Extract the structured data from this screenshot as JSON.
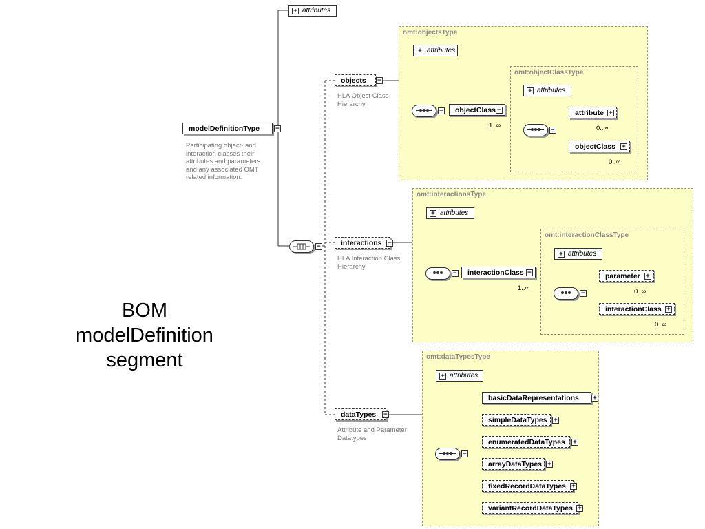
{
  "slide_title": [
    "BOM",
    "modelDefinition",
    "segment"
  ],
  "root": {
    "name": "modelDefinitionType",
    "doc": "Participating object- and\ninteraction classes their\nattributes and parameters\nand any associated OMT\nrelated information."
  },
  "attributes_label": "attributes",
  "objects": {
    "name": "objects",
    "doc": "HLA Object Class\nHierarchy",
    "frame_title": "omt:objectsType",
    "child": "objectClass",
    "child_card": "1..∞",
    "inner_title": "omt:objectClassType",
    "inner_children": [
      {
        "name": "attribute",
        "card": "0..∞"
      },
      {
        "name": "objectClass",
        "card": "0..∞"
      }
    ]
  },
  "interactions": {
    "name": "interactions",
    "doc": "HLA Interaction Class\nHierarchy",
    "frame_title": "omt:interactionsType",
    "child": "interactionClass",
    "child_card": "1..∞",
    "inner_title": "omt:interactionClassType",
    "inner_children": [
      {
        "name": "parameter",
        "card": "0..∞"
      },
      {
        "name": "interactionClass",
        "card": "0..∞"
      }
    ]
  },
  "datatypes": {
    "name": "dataTypes",
    "doc": "Attribute and Parameter\nDatatypes",
    "frame_title": "omt:dataTypesType",
    "children": [
      "basicDataRepresentations",
      "simpleDataTypes",
      "enumeratedDataTypes",
      "arrayDataTypes",
      "fixedRecordDataTypes",
      "variantRecordDataTypes"
    ]
  },
  "symbols": {
    "expand": "+",
    "collapse": "−"
  },
  "colors": {
    "frame_fill": "#fdfdc6",
    "frame_border": "#9a9a78",
    "doc_text": "#777777"
  }
}
